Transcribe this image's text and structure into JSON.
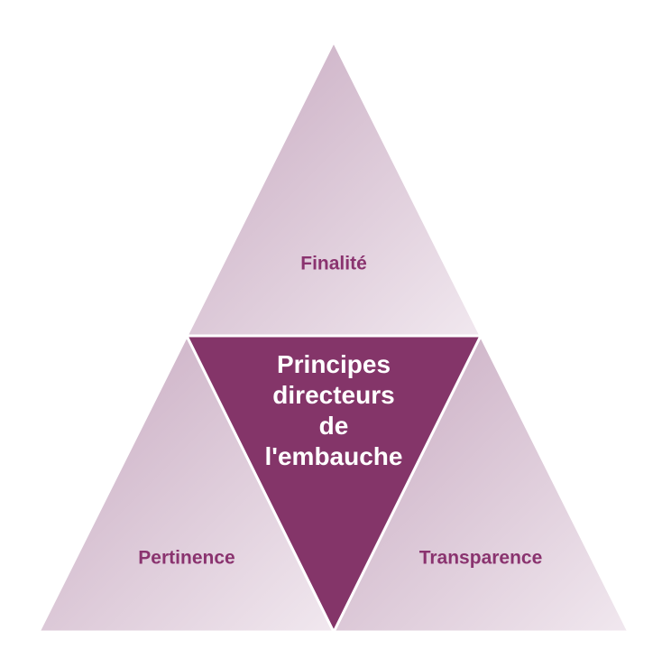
{
  "diagram": {
    "center": {
      "label": "Principes directeurs de l'embauche"
    },
    "top": {
      "label": "Finalité"
    },
    "left": {
      "label": "Pertinence"
    },
    "right": {
      "label": "Transparence"
    }
  },
  "colors": {
    "outer_fill_dark": "#c9adc3",
    "outer_fill_light": "#f0e6ee",
    "outer_text": "#8a336f",
    "center_fill": "#843569",
    "center_text": "#ffffff",
    "border": "#ffffff"
  }
}
